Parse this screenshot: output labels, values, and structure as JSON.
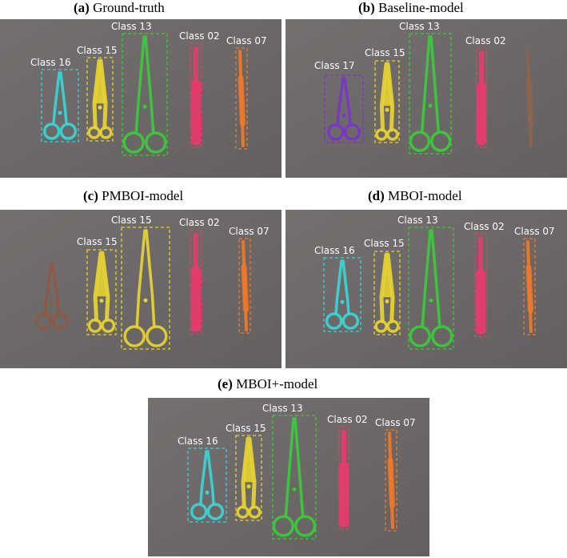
{
  "panels": [
    {
      "id": "a",
      "letter": "(a)",
      "title": "Ground-truth",
      "objects": [
        {
          "label": "Class 16",
          "tool": "scissors",
          "color": "#3cd2d2"
        },
        {
          "label": "Class 15",
          "tool": "clamp",
          "color": "#e6d232"
        },
        {
          "label": "Class 13",
          "tool": "forceps",
          "color": "#3cc83c"
        },
        {
          "label": "Class 02",
          "tool": "handle",
          "color": "#e63c6e"
        },
        {
          "label": "Class 07",
          "tool": "probe",
          "color": "#f07828"
        }
      ]
    },
    {
      "id": "b",
      "letter": "(b)",
      "title": "Baseline-model",
      "objects": [
        {
          "label": "Class 17",
          "tool": "scissors",
          "color": "#7837c8"
        },
        {
          "label": "Class 15",
          "tool": "clamp",
          "color": "#e6d232"
        },
        {
          "label": "Class 13",
          "tool": "forceps",
          "color": "#3cc83c"
        },
        {
          "label": "Class 02",
          "tool": "handle",
          "color": "#e63c6e"
        },
        {
          "label": "",
          "tool": "probe",
          "color": "#8c6450"
        }
      ]
    },
    {
      "id": "c",
      "letter": "(c)",
      "title": "PMBOI-model",
      "objects": [
        {
          "label": "",
          "tool": "scissors",
          "color": "#8c5a46"
        },
        {
          "label": "Class 15",
          "tool": "clamp",
          "color": "#e6d232"
        },
        {
          "label": "Class 15",
          "tool": "forceps",
          "color": "#e6d232"
        },
        {
          "label": "Class 02",
          "tool": "handle",
          "color": "#e63c6e"
        },
        {
          "label": "Class 07",
          "tool": "probe",
          "color": "#f07828"
        }
      ]
    },
    {
      "id": "d",
      "letter": "(d)",
      "title": "MBOI-model",
      "objects": [
        {
          "label": "Class 16",
          "tool": "scissors",
          "color": "#3cd2d2"
        },
        {
          "label": "Class 15",
          "tool": "clamp",
          "color": "#e6d232"
        },
        {
          "label": "Class 13",
          "tool": "forceps",
          "color": "#3cc83c"
        },
        {
          "label": "Class 02",
          "tool": "handle",
          "color": "#e63c6e"
        },
        {
          "label": "Class 07",
          "tool": "probe",
          "color": "#f07828"
        }
      ]
    },
    {
      "id": "e",
      "letter": "(e)",
      "title": "MBOI+-model",
      "objects": [
        {
          "label": "Class 16",
          "tool": "scissors",
          "color": "#3cd2d2"
        },
        {
          "label": "Class 15",
          "tool": "clamp",
          "color": "#e6d232"
        },
        {
          "label": "Class 13",
          "tool": "forceps",
          "color": "#3cc83c"
        },
        {
          "label": "Class 02",
          "tool": "handle",
          "color": "#e63c6e"
        },
        {
          "label": "Class 07",
          "tool": "probe",
          "color": "#f07828"
        }
      ]
    }
  ]
}
